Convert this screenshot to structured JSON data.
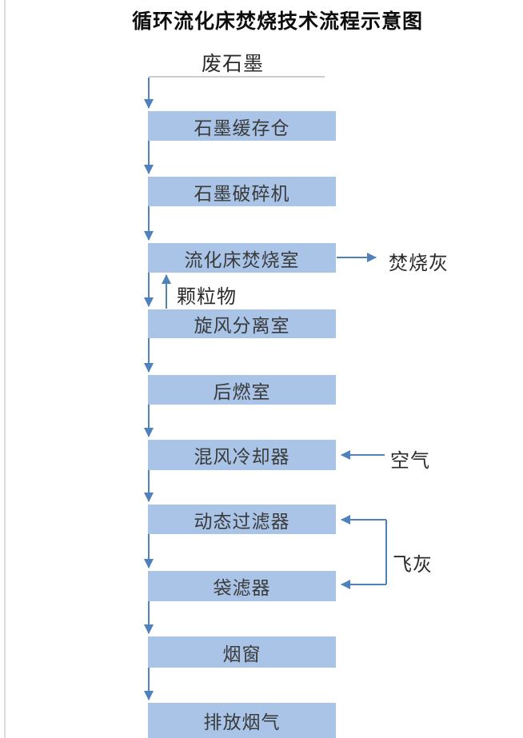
{
  "title": "循环流化床焚烧技术流程示意图",
  "labels": {
    "source": "废石墨",
    "incineration_ash": "焚烧灰",
    "particles": "颗粒物",
    "air": "空气",
    "fly_ash": "飞灰"
  },
  "nodes": [
    {
      "label": "石墨缓存仓"
    },
    {
      "label": "石墨破碎机"
    },
    {
      "label": "流化床焚烧室"
    },
    {
      "label": "旋风分离室"
    },
    {
      "label": "后燃室"
    },
    {
      "label": "混风冷却器"
    },
    {
      "label": "动态过滤器"
    },
    {
      "label": "袋滤器"
    },
    {
      "label": "烟窗"
    },
    {
      "label": "排放烟气"
    }
  ],
  "colors": {
    "node_fill": "#a9c4e6",
    "arrow": "#4f81bd",
    "node_text": "#3a3a3a",
    "title_text": "#0d0d0d"
  }
}
